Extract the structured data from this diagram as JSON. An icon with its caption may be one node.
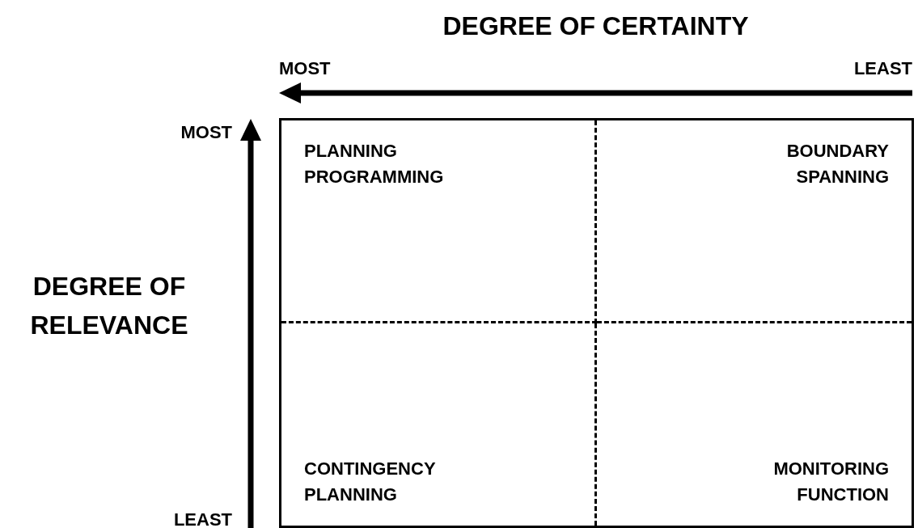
{
  "diagram": {
    "nodes": [
      {
        "text": [],
        "shape": "box"
      },
      {
        "text": [
          "PLANNING PROGRAMMING"
        ],
        "in": 0
      },
      {
        "text": [
          "BOUNDARY SPANNING"
        ],
        "in": 0
      },
      {
        "text": [
          "CONTINGENCY PLANNING"
        ],
        "in": 0
      },
      {
        "text": [
          "MONITORING FUNCTION"
        ],
        "in": 0
      }
    ],
    "edges": [],
    "labels": [
      "DEGREE OF CERTAINTY",
      "MOST",
      "LEAST",
      "MOST",
      "DEGREE OF RELEVANCE",
      "LEAST"
    ]
  }
}
